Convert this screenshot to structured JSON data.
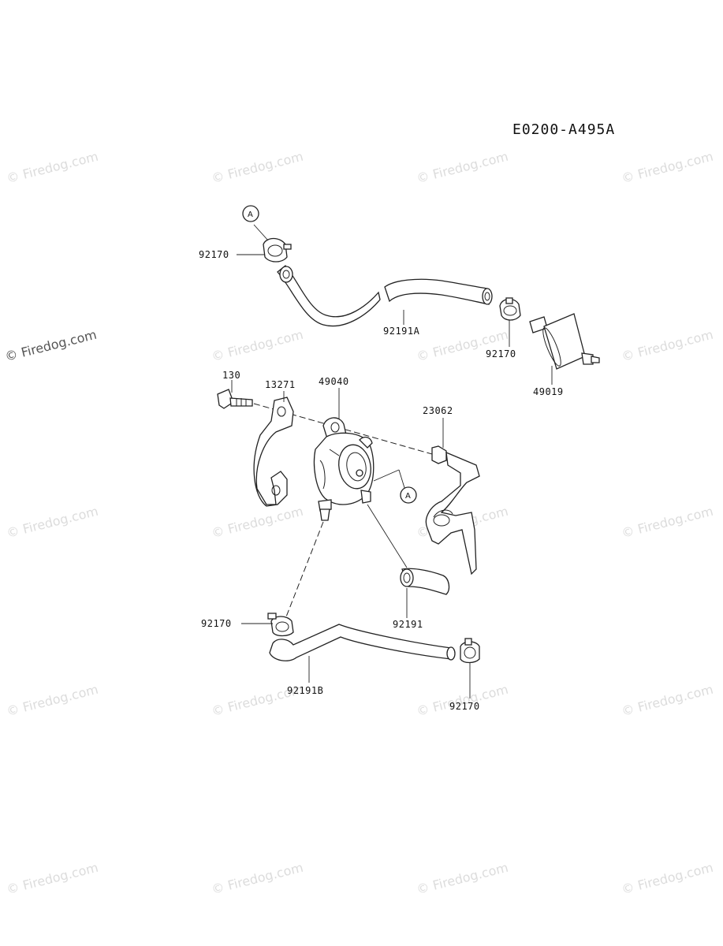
{
  "diagram_code": "E0200-A495A",
  "watermark_text": "© Firedog.com",
  "reference_marker": "A",
  "part_labels": {
    "clamp_top": "92170",
    "hose_a": "92191A",
    "clamp_right": "92170",
    "filter": "49019",
    "bolt": "130",
    "bracket_left": "13271",
    "pump": "49040",
    "bracket_right": "23062",
    "clamp_bottom_left": "92170",
    "hose_small": "92191",
    "hose_b": "92191B",
    "clamp_bottom_right": "92170"
  }
}
